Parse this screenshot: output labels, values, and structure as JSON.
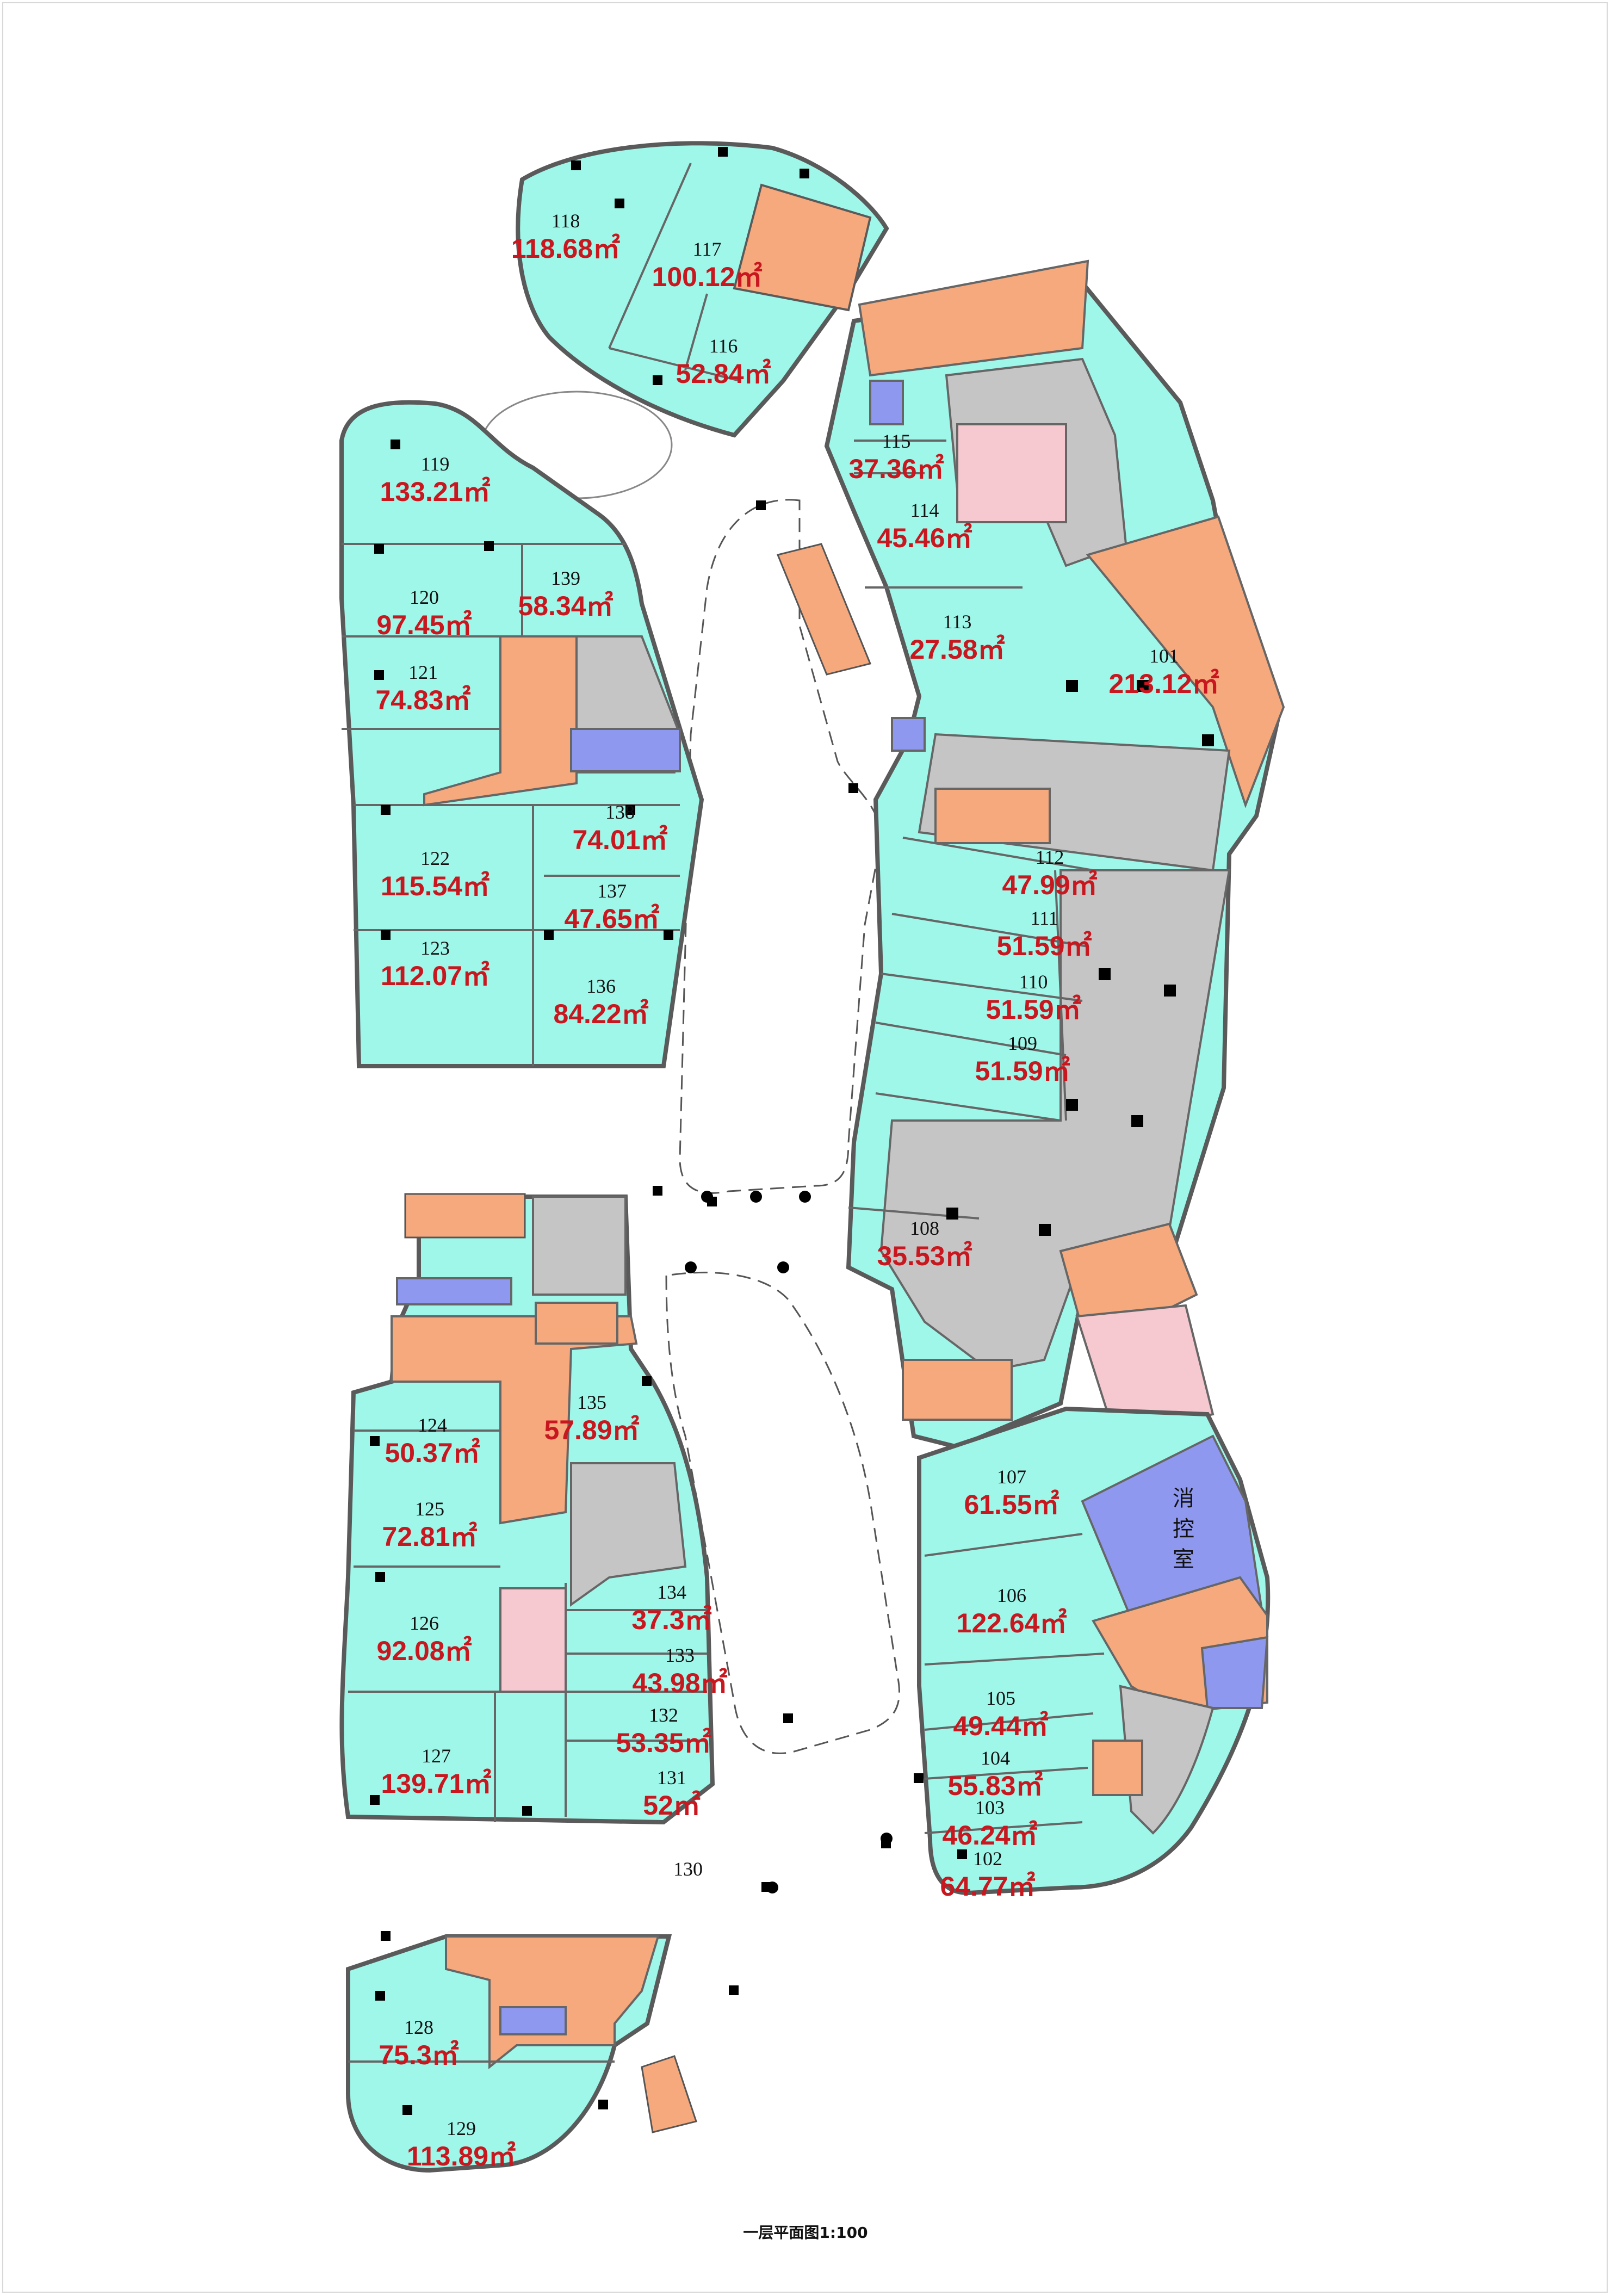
{
  "plan_title": "一层平面图1:100",
  "fire_control_room": {
    "label": "消控室"
  },
  "colors": {
    "shop": "#9ff7ea",
    "corridor": "#c5c5c5",
    "stair": "#f5a97d",
    "equipment": "#8f98ef",
    "restroom": "#f6c8cf",
    "wall": "#5a5a5a",
    "area_text": "#c8171e"
  },
  "units": [
    {
      "no": "118",
      "area": "118.68㎡"
    },
    {
      "no": "117",
      "area": "100.12㎡"
    },
    {
      "no": "116",
      "area": "52.84㎡"
    },
    {
      "no": "119",
      "area": "133.21㎡"
    },
    {
      "no": "120",
      "area": "97.45㎡"
    },
    {
      "no": "139",
      "area": "58.34㎡"
    },
    {
      "no": "121",
      "area": "74.83㎡"
    },
    {
      "no": "138",
      "area": "74.01㎡"
    },
    {
      "no": "122",
      "area": "115.54㎡"
    },
    {
      "no": "137",
      "area": "47.65㎡"
    },
    {
      "no": "123",
      "area": "112.07㎡"
    },
    {
      "no": "136",
      "area": "84.22㎡"
    },
    {
      "no": "115",
      "area": "37.36㎡"
    },
    {
      "no": "114",
      "area": "45.46㎡"
    },
    {
      "no": "113",
      "area": "27.58㎡"
    },
    {
      "no": "101",
      "area": "213.12㎡"
    },
    {
      "no": "112",
      "area": "47.99㎡"
    },
    {
      "no": "111",
      "area": "51.59㎡"
    },
    {
      "no": "110",
      "area": "51.59㎡"
    },
    {
      "no": "109",
      "area": "51.59㎡"
    },
    {
      "no": "108",
      "area": "35.53㎡"
    },
    {
      "no": "135",
      "area": "57.89㎡"
    },
    {
      "no": "124",
      "area": "50.37㎡"
    },
    {
      "no": "125",
      "area": "72.81㎡"
    },
    {
      "no": "126",
      "area": "92.08㎡"
    },
    {
      "no": "134",
      "area": "37.3㎡"
    },
    {
      "no": "133",
      "area": "43.98㎡"
    },
    {
      "no": "132",
      "area": "53.35㎡"
    },
    {
      "no": "127",
      "area": "139.71㎡"
    },
    {
      "no": "131",
      "area": "52㎡"
    },
    {
      "no": "130",
      "area": ""
    },
    {
      "no": "128",
      "area": "75.3㎡"
    },
    {
      "no": "129",
      "area": "113.89㎡"
    },
    {
      "no": "107",
      "area": "61.55㎡"
    },
    {
      "no": "106",
      "area": "122.64㎡"
    },
    {
      "no": "105",
      "area": "49.44㎡"
    },
    {
      "no": "104",
      "area": "55.83㎡"
    },
    {
      "no": "103",
      "area": "46.24㎡"
    },
    {
      "no": "102",
      "area": "64.77㎡"
    }
  ]
}
